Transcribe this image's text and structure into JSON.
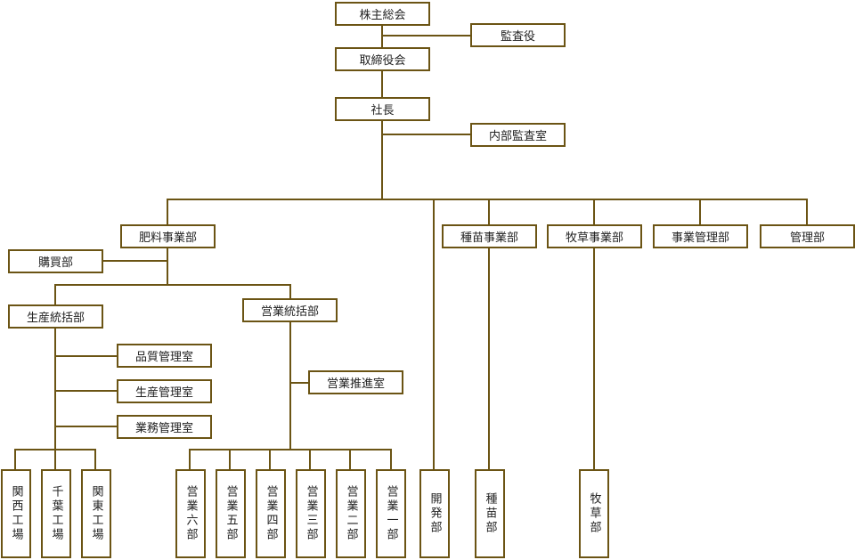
{
  "colors": {
    "line": "#6b5414"
  },
  "top": {
    "shareholders": "株主総会",
    "auditor": "監査役",
    "board": "取締役会",
    "president": "社長",
    "internal_audit": "内部監査室"
  },
  "divisions": {
    "fertilizer": "肥料事業部",
    "seed": "種苗事業部",
    "pasture": "牧草事業部",
    "biz_mgmt": "事業管理部",
    "admin": "管理部",
    "development": "開発部"
  },
  "fertilizer": {
    "purchasing": "購買部",
    "production_hq": "生産統括部",
    "sales_hq": "営業統括部",
    "production_offices": [
      "品質管理室",
      "生産管理室",
      "業務管理室"
    ],
    "factories": [
      "関西工場",
      "千葉工場",
      "関東工場"
    ],
    "sales_promo": "営業推進室",
    "sales_depts": [
      "営業六部",
      "営業五部",
      "営業四部",
      "営業三部",
      "営業二部",
      "営業一部"
    ]
  },
  "seed_dept": "種苗部",
  "pasture_dept": "牧草部"
}
